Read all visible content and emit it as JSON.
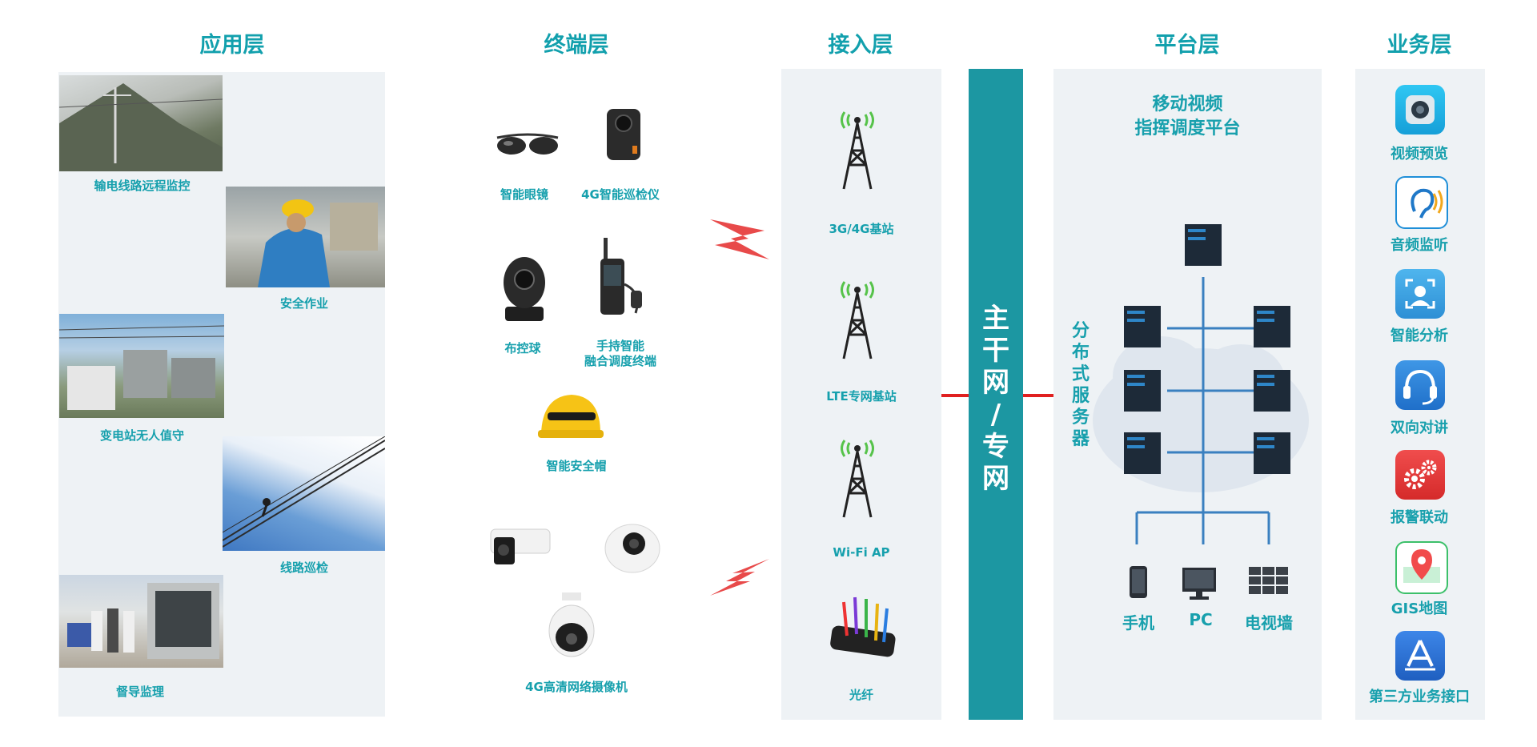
{
  "columns": {
    "application": "应用层",
    "terminal": "终端层",
    "access": "接入层",
    "platform": "平台层",
    "business": "业务层"
  },
  "application_items": [
    {
      "label": "输电线路远程监控"
    },
    {
      "label": "安全作业"
    },
    {
      "label": "变电站无人值守"
    },
    {
      "label": "线路巡检"
    },
    {
      "label": "督导监理"
    }
  ],
  "terminal_items": {
    "glasses": "智能眼镜",
    "inspector": "4G智能巡检仪",
    "dome": "布控球",
    "handheld_line1": "手持智能",
    "handheld_line2": "融合调度终端",
    "helmet": "智能安全帽",
    "camera": "4G高清网络摄像机"
  },
  "access_items": {
    "base_3g4g": "3G/4G基站",
    "lte": "LTE专网基站",
    "wifi": "Wi-Fi AP",
    "fiber": "光纤"
  },
  "backbone": [
    "主",
    "干",
    "网",
    "/",
    "专",
    "网"
  ],
  "platform": {
    "title_line1": "移动视频",
    "title_line2": "指挥调度平台",
    "distributed": [
      "分",
      "布",
      "式",
      "服",
      "务",
      "器"
    ],
    "devices": {
      "phone": "手机",
      "pc": "PC",
      "tvwall": "电视墙"
    }
  },
  "business_items": [
    {
      "label": "视频预览",
      "icon": "camera-lens-icon",
      "color": "#1fb2e6"
    },
    {
      "label": "音频监听",
      "icon": "ear-sound-icon",
      "color": "#ffffff"
    },
    {
      "label": "智能分析",
      "icon": "face-scan-icon",
      "color": "#3aa3e0"
    },
    {
      "label": "双向对讲",
      "icon": "headset-icon",
      "color": "#2f7fd6"
    },
    {
      "label": "报警联动",
      "icon": "gears-icon",
      "color": "#e53a3a"
    },
    {
      "label": "GIS地图",
      "icon": "map-pin-icon",
      "color": "#3cc06a"
    },
    {
      "label": "第三方业务接口",
      "icon": "app-store-icon",
      "color": "#2d6fd3"
    }
  ],
  "colors": {
    "accent": "#1a9aa6",
    "panel": "#eef2f5",
    "backbone": "#1c97a2",
    "link": "#e02020",
    "tree": "#3a80c0"
  }
}
